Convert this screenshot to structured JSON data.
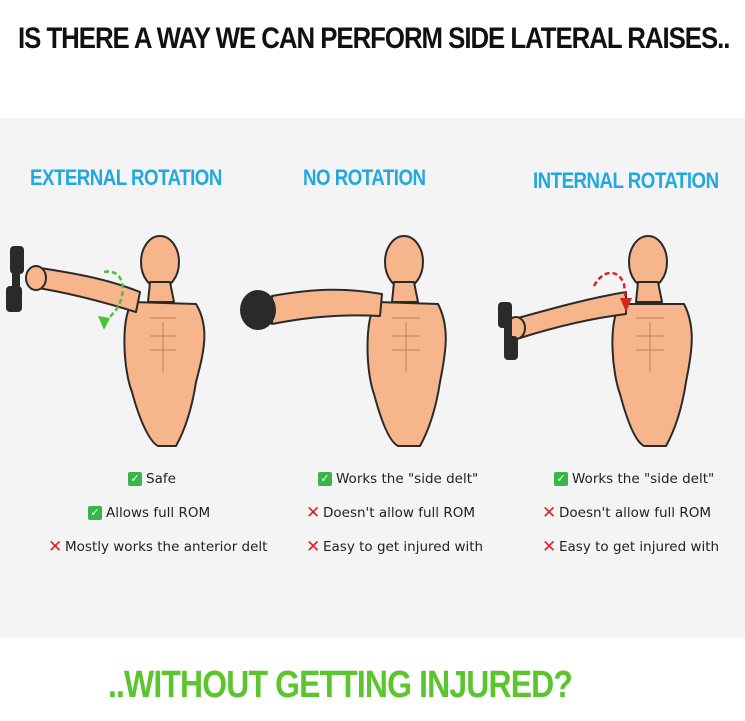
{
  "headline": "IS THERE A WAY WE CAN PERFORM SIDE LATERAL RAISES..",
  "tagline": "..WITHOUT GETTING INJURED?",
  "colors": {
    "title_blue": "#21a8e0",
    "tagline_green": "#5bc52e",
    "skin": "#f6b58a",
    "check_green": "#39b54a",
    "cross_red": "#e02020",
    "arrow_green": "#49c23a",
    "arrow_red": "#d9231d"
  },
  "columns": [
    {
      "title": "EXTERNAL ROTATION",
      "figure_icon": "arm-raised-external-rotation-illustration",
      "notes": [
        {
          "icon": "check-icon",
          "text": "Safe"
        },
        {
          "icon": "check-icon",
          "text": "Allows full ROM"
        },
        {
          "icon": "cross-icon",
          "text": "Mostly works the anterior delt"
        }
      ]
    },
    {
      "title": "NO ROTATION",
      "figure_icon": "arm-raised-no-rotation-illustration",
      "notes": [
        {
          "icon": "check-icon",
          "text": "Works the \"side delt\""
        },
        {
          "icon": "cross-icon",
          "text": "Doesn't allow full ROM"
        },
        {
          "icon": "cross-icon",
          "text": "Easy to get injured with"
        }
      ]
    },
    {
      "title": "INTERNAL ROTATION",
      "figure_icon": "arm-raised-internal-rotation-illustration",
      "notes": [
        {
          "icon": "check-icon",
          "text": "Works the \"side delt\""
        },
        {
          "icon": "cross-icon",
          "text": "Doesn't allow full ROM"
        },
        {
          "icon": "cross-icon",
          "text": "Easy to get injured with"
        }
      ]
    }
  ]
}
